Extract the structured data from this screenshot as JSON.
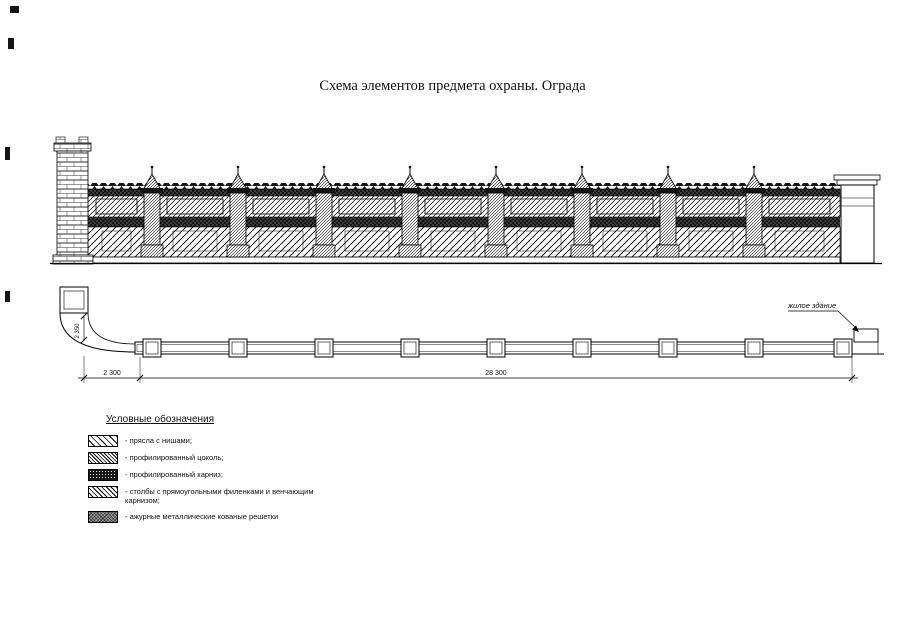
{
  "page": {
    "title": "Схема элементов предмета охраны. Ограда"
  },
  "drawing": {
    "building_label": "жилое здание",
    "dim_bottom_left": "2 300",
    "dim_bottom_main": "28 300",
    "dim_left_vertical": "2 350"
  },
  "legend": {
    "header": "Условные обозначения",
    "items": [
      {
        "swatch": "hatch-wide",
        "label": "- прясла с нишами;"
      },
      {
        "swatch": "hatch-dense",
        "label": "- профилированный цоколь;"
      },
      {
        "swatch": "cornice-dark",
        "label": "- профилированный карниз;"
      },
      {
        "swatch": "hatch-medium",
        "label": "- столбы с прямоугольными филенками и венчающим карнизом;"
      },
      {
        "swatch": "grille-gray",
        "label": "- ажурные металлические кованые решетки"
      }
    ]
  }
}
